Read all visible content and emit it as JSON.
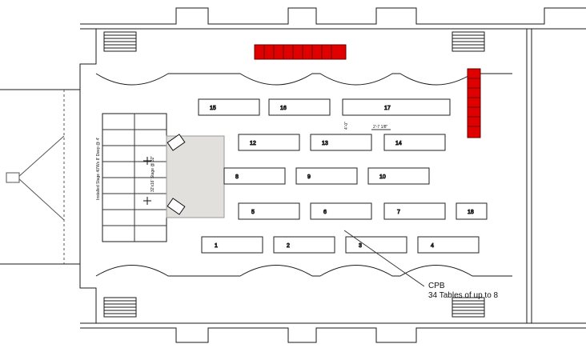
{
  "stage": {
    "label": "Installed Stage 40'Wx 8' Deep @ 4'",
    "front_stage_label": "32'x16' Stage @ 32\""
  },
  "dimensions": {
    "d1": "2'-7 1/8\"",
    "d2": "4'-0\""
  },
  "notes": {
    "cpb": "CPB",
    "table_count": "34 Tables of up to 8"
  },
  "tables": [
    "15",
    "16",
    "17",
    "12",
    "13",
    "14",
    "8",
    "9",
    "10",
    "5",
    "6",
    "7",
    "18",
    "1",
    "2",
    "3",
    "4"
  ],
  "colors": {
    "wall": "#1a1a1a",
    "stage_fill": "#e2e0dc",
    "chair_red": "#e00000",
    "rail": "#d03030"
  }
}
